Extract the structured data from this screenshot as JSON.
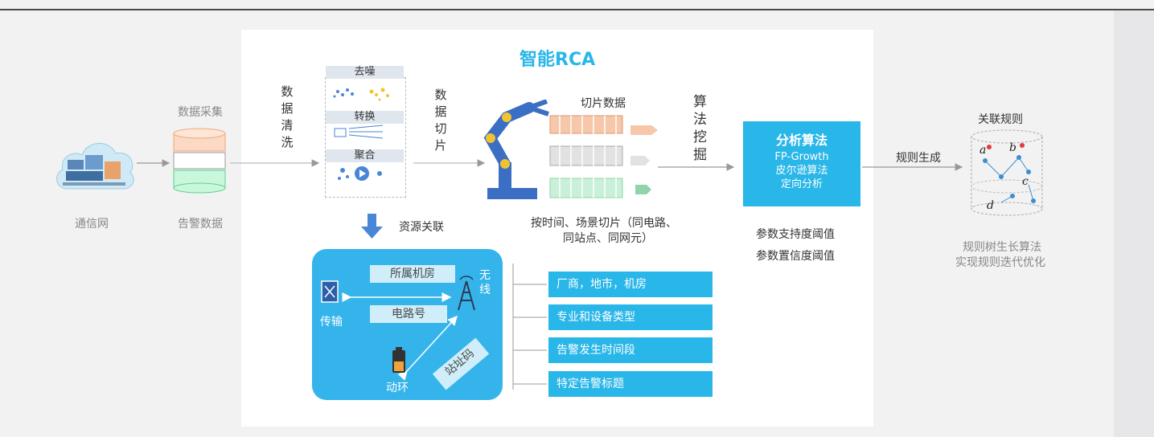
{
  "title": "智能RCA",
  "source": {
    "network_label": "通信网",
    "collect_label": "数据采集",
    "alarm_label": "告警数据"
  },
  "cleaning": {
    "vertical_label": "数据清洗",
    "steps": [
      "去噪",
      "转换",
      "聚合"
    ]
  },
  "slicing": {
    "vertical_label": "数据切片",
    "slice_label": "切片数据",
    "caption_line1": "按时间、场景切片（同电路、",
    "caption_line2": "同站点、同网元）"
  },
  "mining": {
    "vertical_label": "算法挖掘"
  },
  "algorithm": {
    "title": "分析算法",
    "lines": [
      "FP-Growth",
      "皮尔逊算法",
      "定向分析"
    ],
    "params": [
      "参数支持度阈值",
      "参数置信度阈值"
    ]
  },
  "rules": {
    "arrow_label": "规则生成",
    "title": "关联规则",
    "caption_line1": "规则树生长算法",
    "caption_line2": "实现规则迭代优化",
    "nodes": [
      "a",
      "b",
      "c",
      "d"
    ]
  },
  "resource": {
    "label": "资源关联",
    "chip_room": "所属机房",
    "chip_circuit": "电路号",
    "chip_site": "站址码",
    "transmission": "传输",
    "wireless": "无线",
    "power": "动环"
  },
  "attributes": [
    "厂商，地市，机房",
    "专业和设备类型",
    "告警发生时间段",
    "特定告警标题"
  ],
  "colors": {
    "accent": "#29b6e8",
    "panel": "#35b4ec",
    "chip": "#cfeefa"
  }
}
